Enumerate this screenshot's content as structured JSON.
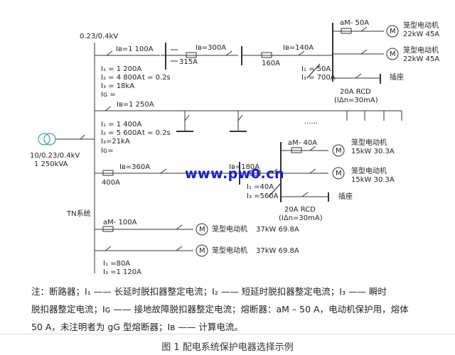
{
  "diagram": {
    "bus_voltage": "0.23/0.4kV",
    "transformer": {
      "ratio": "10/0.23/0.4kV",
      "rating": "1 250kVA"
    },
    "system_label": "TN系统",
    "feeder1": {
      "ib": "Iʙ=1 100A",
      "i1": "I₁ = 1 200A",
      "i2": "I₂ = 4 800A",
      "t": "t = 0.2s",
      "i3": "I₃ = 18kA",
      "ig": "Iɢ =",
      "sub_bus_fuse": "315A",
      "ib2": "Iʙ=300A",
      "fuse2": "160A",
      "ib3": "Iʙ=140A",
      "i1b": "I₁ = 50A",
      "i3b": "I₃ = 700A",
      "motor_fuse": "aM- 50A",
      "motor1": "笼型电动机",
      "motor1_rating": "22kW  45A",
      "motor2": "笼型电动机",
      "motor2_rating": "22kW  45A",
      "socket": "插座",
      "rcd": "20A RCD",
      "rcd_dn": "(IΔn=30mA)"
    },
    "feeder2": {
      "ib": "Iʙ=1 250A",
      "i1": "I₁ = 1 400A",
      "i2": "I₂ = 5 600A",
      "t": "t = 0.2s",
      "i3": "I₃=21kA",
      "ig": "Iɢ=",
      "dots": "......"
    },
    "feeder3": {
      "fuse": "400A",
      "ib": "Iʙ=360A",
      "ib2": "Iʙ=180A",
      "i1": "I₁ =40A",
      "i3": "I₃ =560A",
      "motor_fuse": "aM- 40A",
      "motor1": "笼型电动机",
      "motor1_rating": "15kW  30.3A",
      "motor2": "笼型电动机",
      "motor2_rating": "15kW  30.3A",
      "socket": "插座",
      "rcd": "20A RCD",
      "rcd_dn": "(IΔn=30mA)"
    },
    "feeder4": {
      "motor_fuse": "aM- 100A",
      "motor": "笼型电动机",
      "rating": "37kW  69.8A"
    },
    "feeder5": {
      "motor": "笼型电动机",
      "rating": "37kW  69.8A",
      "i1": "I₁ =80A",
      "i3": "I₃ =1 120A"
    },
    "motor_symbol": "M",
    "watermark": "www.pw0.cn"
  },
  "notes": {
    "line1": "注：断路器；I₁ —— 长延时脱扣器整定电流；I₂ —— 短延时脱扣器整定电流；I₃ —— 瞬时",
    "line2": "脱扣器整定电流；Iɢ —— 接地故障脱扣器整定电流；熔断器：aM – 50 A，电动机保护用，熔体",
    "line3": "50 A，未注明者为 gG 型熔断器；Iʙ —— 计算电流。"
  },
  "caption": "图 1    配电系统保护电器选择示例"
}
